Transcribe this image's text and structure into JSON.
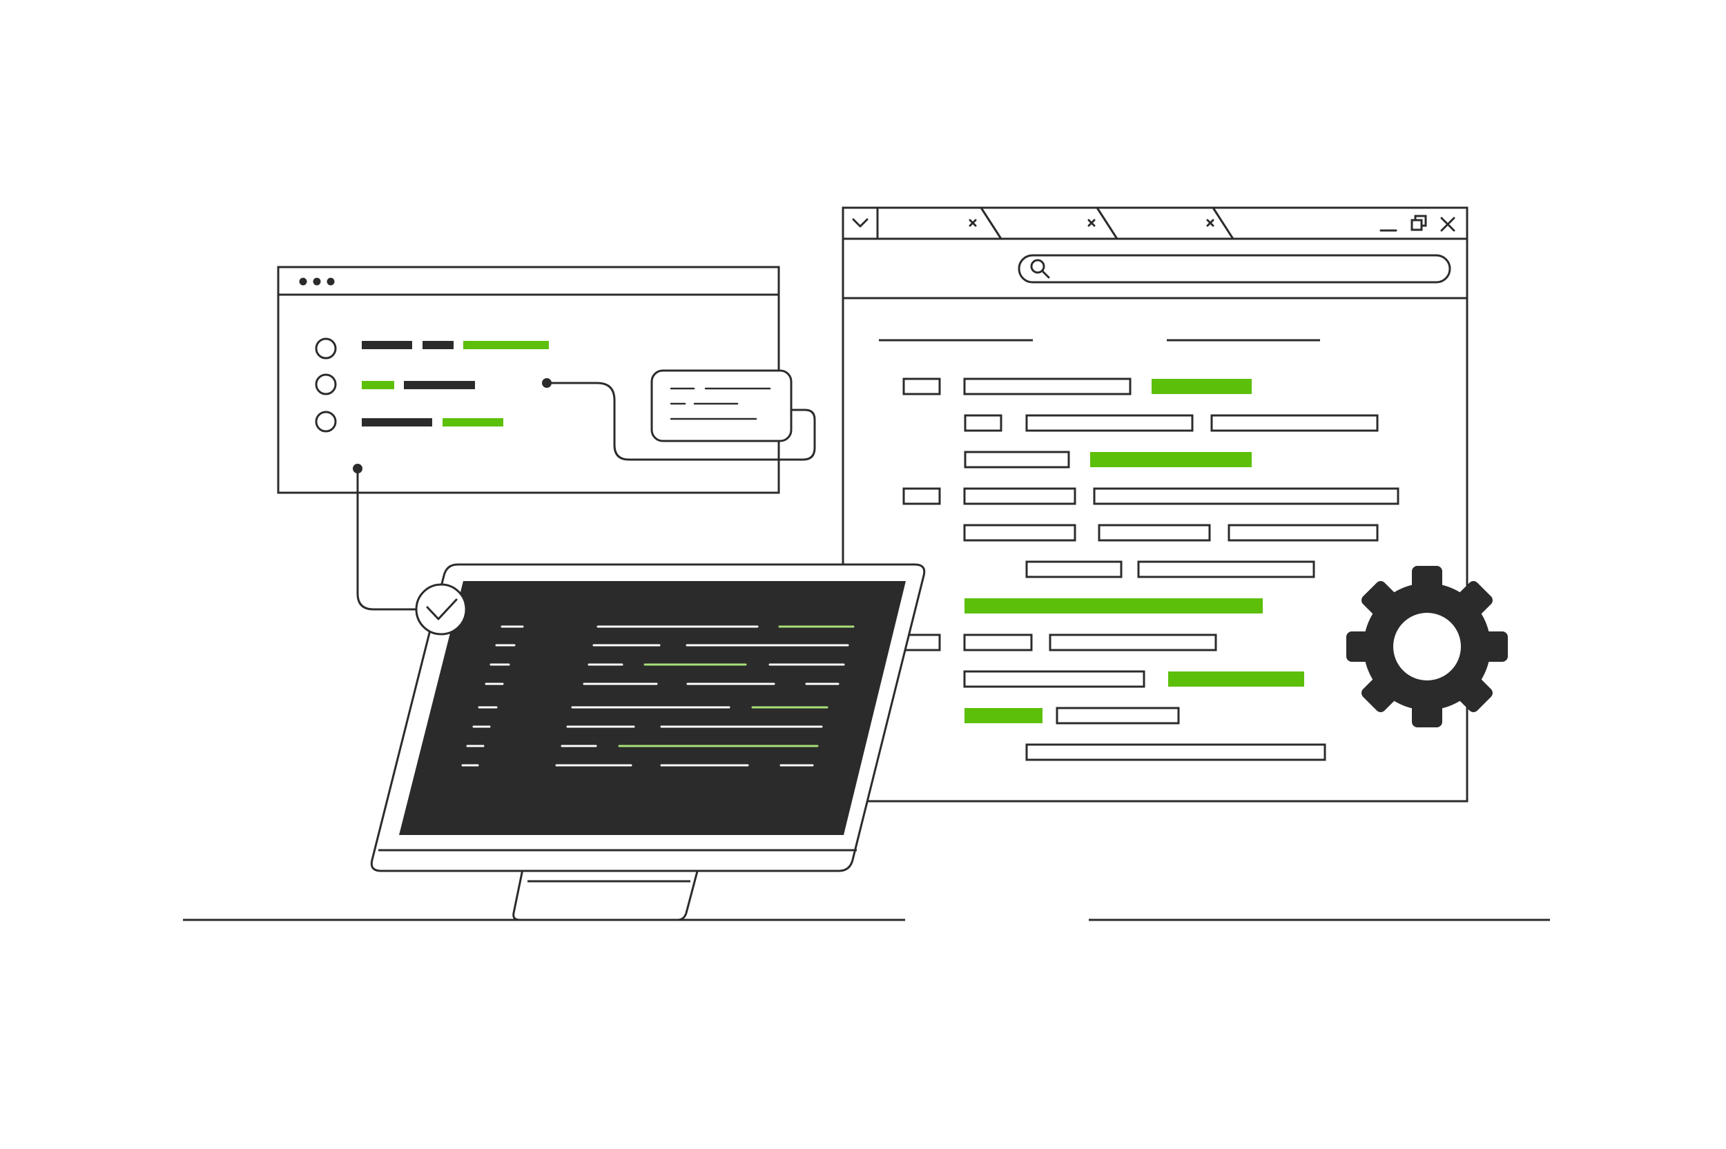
{
  "palette": {
    "ink": "#2b2b2b",
    "accent": "#5cbf0a",
    "code_accent": "#a8e07a",
    "background": "#ffffff",
    "screen": "#2b2b2b"
  },
  "illustration": {
    "subject": "developer-workflow",
    "elements": [
      "browser-window",
      "app-window-with-options",
      "note-card",
      "monitor-with-code",
      "checkmark-badge",
      "gear-icon"
    ]
  },
  "app_window": {
    "controls": [
      "dot-icon",
      "dot-icon",
      "dot-icon"
    ],
    "option_count": 3
  },
  "browser": {
    "tab_count": 3,
    "window_controls": [
      "minimize-icon",
      "restore-icon",
      "close-icon"
    ],
    "has_search_bar": true,
    "search_icon": "search-icon"
  },
  "icons": {
    "check": "check-icon",
    "gear": "gear-icon",
    "chevron": "chevron-down-icon"
  }
}
